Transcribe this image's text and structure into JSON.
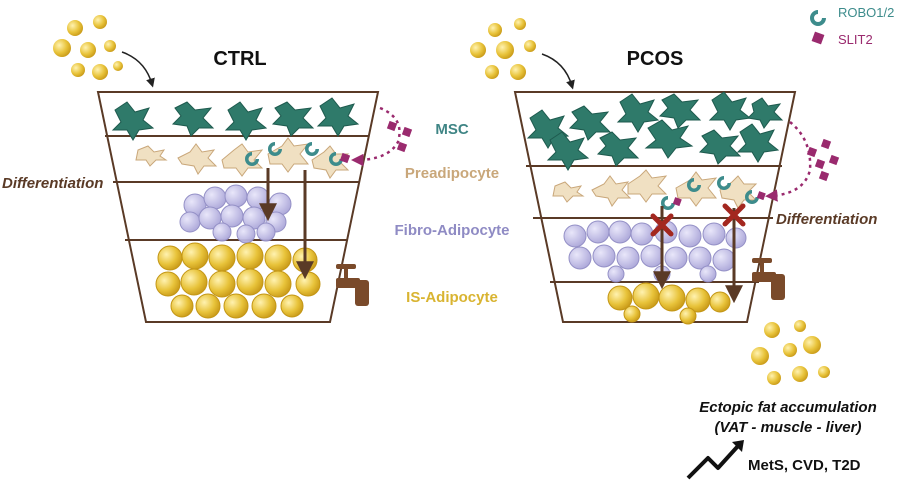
{
  "legend": {
    "receptor_label": "ROBO1/2",
    "ligand_label": "SLIT2",
    "receptor_color": "#3d8c8c",
    "ligand_color": "#9a2a6e"
  },
  "ctrl": {
    "title": "CTRL",
    "differentiation_label": "Differentiation"
  },
  "pcos": {
    "title": "PCOS",
    "differentiation_label": "Differentiation"
  },
  "cell_types": {
    "msc": {
      "label": "MSC",
      "color": "#3f8585"
    },
    "preadipocyte": {
      "label": "Preadipocyte",
      "color": "#c9a77a"
    },
    "fibro_adipocyte": {
      "label": "Fibro-Adipocyte",
      "color": "#8f8bc4"
    },
    "is_adipocyte": {
      "label": "IS-Adipocyte",
      "color": "#d9b431"
    }
  },
  "outcome": {
    "ectopic_line1": "Ectopic fat accumulation",
    "ectopic_line2": "(VAT - muscle - liver)",
    "risk": "MetS, CVD, T2D"
  },
  "colors": {
    "funnel_stroke": "#5a3a26",
    "arrow": "#5a3a26",
    "block_x": "#a3271f",
    "msc_fill": "#2f7a6a",
    "pre_fill": "#f0e0c2",
    "fibro_fill": "#c9c6ea",
    "fat_fill": "#e6c23a",
    "faucet": "#7a4a2a"
  },
  "icons": [
    "robo-receptor-icon",
    "slit2-ligand-icon",
    "faucet-icon",
    "trend-up-icon",
    "block-cross-icon"
  ]
}
